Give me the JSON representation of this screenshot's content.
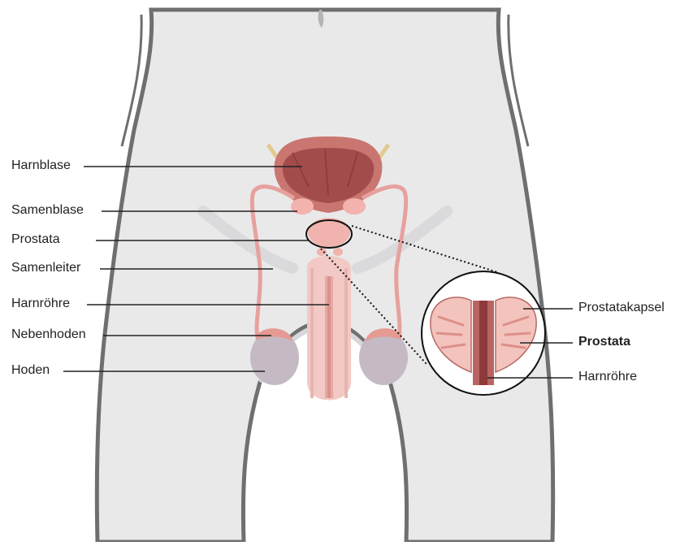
{
  "labels_left": {
    "harnblase": "Harnblase",
    "samenblase": "Samenblase",
    "prostata": "Prostata",
    "samenleiter": "Samenleiter",
    "harnroehre": "Harnröhre",
    "nebenhoden": "Nebenhoden",
    "hoden": "Hoden"
  },
  "labels_inset": {
    "prostatakapsel": "Prostatakapsel",
    "prostata": "Prostata",
    "harnroehre": "Harnröhre"
  },
  "colors": {
    "body_fill": "#e9e9ea",
    "body_outline": "#6f6f72",
    "bladder_outer": "#c97670",
    "bladder_inner": "#a24d4b",
    "duct": "#e7a19d",
    "testis": "#c5b9c3",
    "epididymis": "#e59a93",
    "penis": "#f2c9c4",
    "prostata": "#f1b3ad",
    "ureter": "#e2c98e",
    "leader_line": "#222222"
  }
}
